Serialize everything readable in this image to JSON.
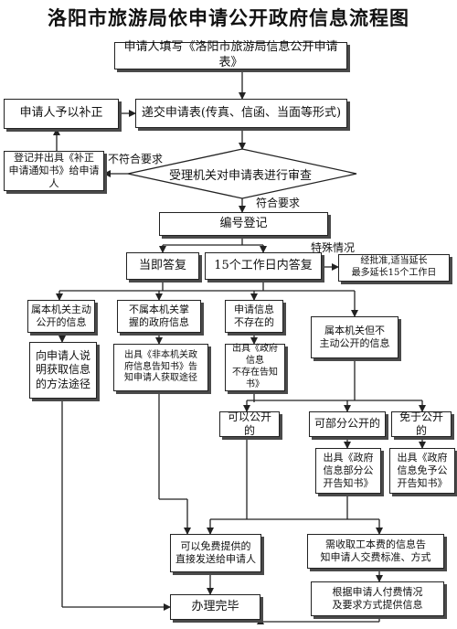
{
  "title": "洛阳市旅游局依申请公开政府信息流程图",
  "nodes": {
    "apply_form": "申请人填写《洛阳市旅游局信息公开申请表》",
    "submit": "递交申请表(传真、信函、当面等形式)",
    "correct": "申请人予以补正",
    "notice_correct": "登记并出具《补正\n申请通知书》给申请人",
    "review": "受理机关对申请表进行审查",
    "register": "编号登记",
    "reply_now": "当即答复",
    "reply_15": "15个工作日内答复",
    "extend": "经批准,适当延长\n最多延长15个工作日",
    "cat_public": "属本机关主动\n公开的信息",
    "cat_not_ours": "不属本机关掌\n握的政府信息",
    "cat_not_exist": "申请信息\n不存在的",
    "cat_not_public": "属本机关但不\n主动公开的信息",
    "explain": "向申请人说\n明获取信息\n的方法途径",
    "notice_not_ours": "出具《非本机关政\n府信息告知书》告\n知申请人获取途径",
    "notice_not_exist": "出具《政府信息\n不存在告知书》",
    "can_public": "可以公开的",
    "partial_public": "可部分公开的",
    "exempt": "免于公开的",
    "notice_partial": "出具《政府\n信息部分公\n开告知书》",
    "notice_exempt": "出具《政府\n信息免予公\n开告知书》",
    "free_provide": "可以免费提供的\n直接发送给申请人",
    "fee_notice": "需收取工本费的信息告\n知申请人交费标准、方式",
    "provide_by_pay": "根据申请人付费情况\n及要求方式提供信息",
    "done": "办理完毕"
  },
  "labels": {
    "not_meet": "不符合要求",
    "meet": "符合要求",
    "special": "特殊情况"
  }
}
